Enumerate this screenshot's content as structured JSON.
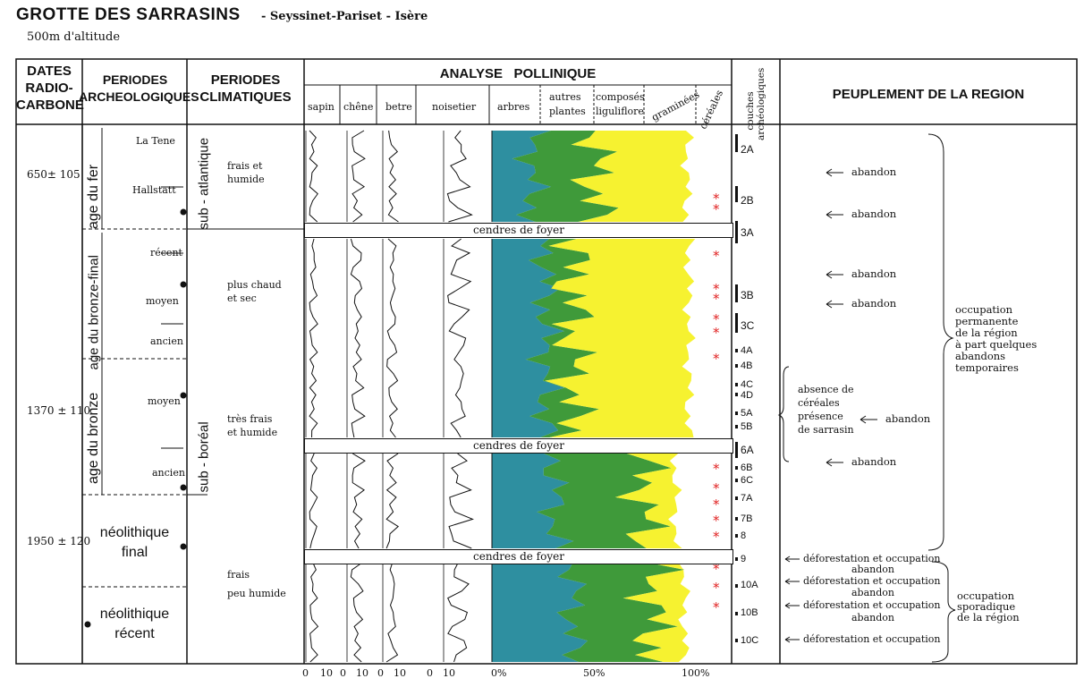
{
  "title": "GROTTE DES SARRASINS",
  "subtitle": "- Seyssinet-Pariset - Isère",
  "altitude": "500m d'altitude",
  "headers": {
    "dates": [
      "DATES",
      "RADIO-",
      "CARBONE"
    ],
    "periodes_arch": [
      "PERIODES",
      "ARCHEOLOGIQUES"
    ],
    "periodes_clim": [
      "PERIODES",
      "CLIMATIQUES"
    ],
    "analyse": "ANALYSE   POLLINIQUE",
    "couches": "couches archéologiques",
    "peuplement": "PEUPLEMENT DE LA REGION"
  },
  "pollen_columns": {
    "sapin": "sapin",
    "chene": "chêne",
    "betre": "betre",
    "noisetier": "noisetier",
    "arbres": "arbres",
    "autres_plantes": [
      "autres",
      "plantes"
    ],
    "composes": [
      "composés",
      "liguliflore"
    ],
    "graminees": "graminées",
    "cereales": "céréales"
  },
  "axis_ticks": {
    "small": [
      "0",
      "10"
    ],
    "pct": [
      "0%",
      "50%",
      "100%"
    ]
  },
  "dates": [
    "650± 105",
    "1370 ± 110",
    "1950 ± 120"
  ],
  "periods_arch": {
    "age_du_fer": "age du fer",
    "la_tene": "La Tene",
    "hallstatt": "Hallstatt",
    "bronze_final": "age du bronze-final",
    "recent": "récent",
    "moyen": "moyen",
    "ancien": "ancien",
    "age_du_bronze": "age du bronze",
    "moyen2": "moyen",
    "ancien2": "ancien",
    "neo_final": [
      "néolithique",
      "final"
    ],
    "neo_recent": [
      "néolithique",
      "récent"
    ]
  },
  "periods_clim": {
    "sub_atlantique": "sub - atlantique",
    "sub_boreal": "sub - boréal",
    "c1": [
      "frais et",
      "humide"
    ],
    "c2": [
      "plus chaud",
      "et sec"
    ],
    "c3": [
      "très frais",
      "et humide"
    ],
    "c4": [
      "frais",
      "peu humide"
    ]
  },
  "bands": [
    "cendres de foyer",
    "cendres de foyer",
    "cendres de foyer"
  ],
  "layers": [
    "2A",
    "2B",
    "3A",
    "3B",
    "3C",
    "4A",
    "4B",
    "4C",
    "4D",
    "5A",
    "5B",
    "6A",
    "6B",
    "6C",
    "7A",
    "7B",
    "8",
    "9",
    "10A",
    "10B",
    "10C"
  ],
  "peuplement": {
    "abandon": "abandon",
    "absence": [
      "absence de",
      "céréales",
      "présence",
      "de sarrasin"
    ],
    "permanente": [
      "occupation",
      "permanente",
      "de la région",
      "à part quelques",
      "abandons",
      "temporaires"
    ],
    "defor": "déforestation et occupation",
    "sporadique": [
      "occupation",
      "sporadique",
      "de la région"
    ]
  },
  "colors": {
    "arbres": "#2e8fa0",
    "autres_plantes": "#3f9a3a",
    "composes": "#f6f230",
    "frame": "#111111",
    "cereal_marker": "#e02020"
  }
}
